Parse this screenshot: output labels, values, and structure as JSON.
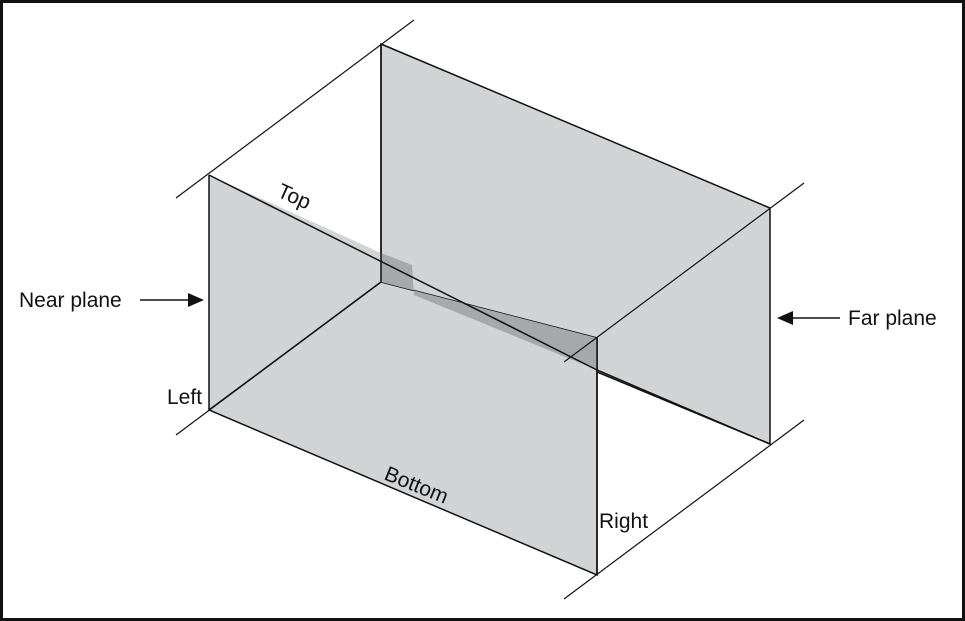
{
  "diagram": {
    "labels": {
      "top": "Top",
      "bottom": "Bottom",
      "left": "Left",
      "right": "Right",
      "near_plane": "Near plane",
      "far_plane": "Far plane"
    },
    "colors": {
      "plane_fill": "#d2d3d4",
      "overlap_fill": "#a7a8aa",
      "line": "#111111",
      "border": "#111111",
      "background": "#ffffff"
    }
  }
}
